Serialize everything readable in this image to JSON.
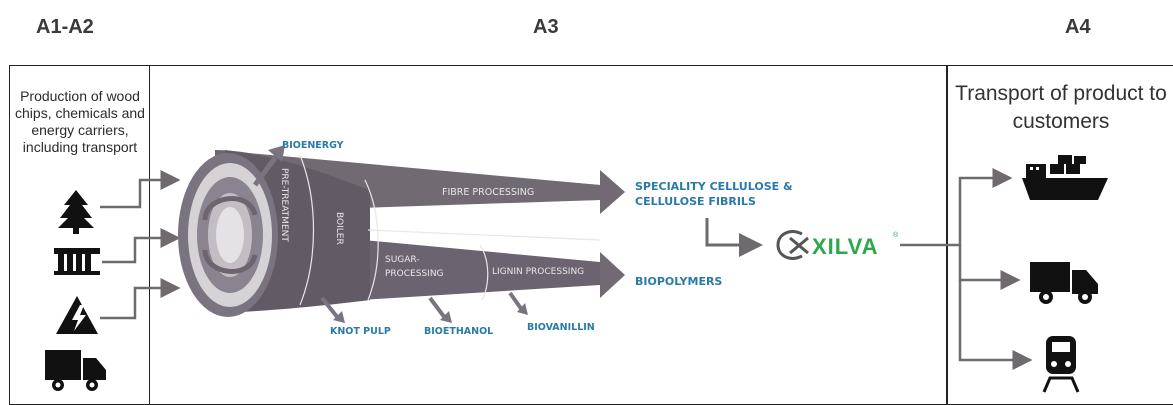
{
  "headers": {
    "a1a2": "A1-A2",
    "a3": "A3",
    "a4": "A4"
  },
  "left_text": "Production of wood chips, chemicals and energy carriers, including transport",
  "right_text": "Transport of product to customers",
  "process": {
    "bioenergy": "BIOENERGY",
    "pretreatment": "PRE-TREATMENT",
    "boiler": "BOILER",
    "fibre_processing": "FIBRE PROCESSING",
    "sugar_processing_1": "SUGAR-",
    "sugar_processing_2": "PROCESSING",
    "lignin_processing": "LIGNIN PROCESSING",
    "knot_pulp": "KNOT PULP",
    "bioethanol": "BIOETHANOL",
    "biovanillin": "BIOVANILLIN",
    "speciality_1": "SPECIALITY CELLULOSE &",
    "speciality_2": "CELLULOSE FIBRILS",
    "biopolymers": "BIOPOLYMERS"
  },
  "logo": {
    "text": "XILVA",
    "registered": "®"
  },
  "icons": {
    "inputs": [
      "tree-icon",
      "test-tubes-icon",
      "electricity-hazard-icon",
      "truck-icon"
    ],
    "outputs": [
      "ship-icon",
      "truck-icon",
      "train-icon"
    ]
  },
  "colors": {
    "process_grey": "#716a72",
    "label_blue": "#2a7aa8",
    "logo_green": "#2aa84a",
    "arrow_grey": "#6e6a6e"
  }
}
